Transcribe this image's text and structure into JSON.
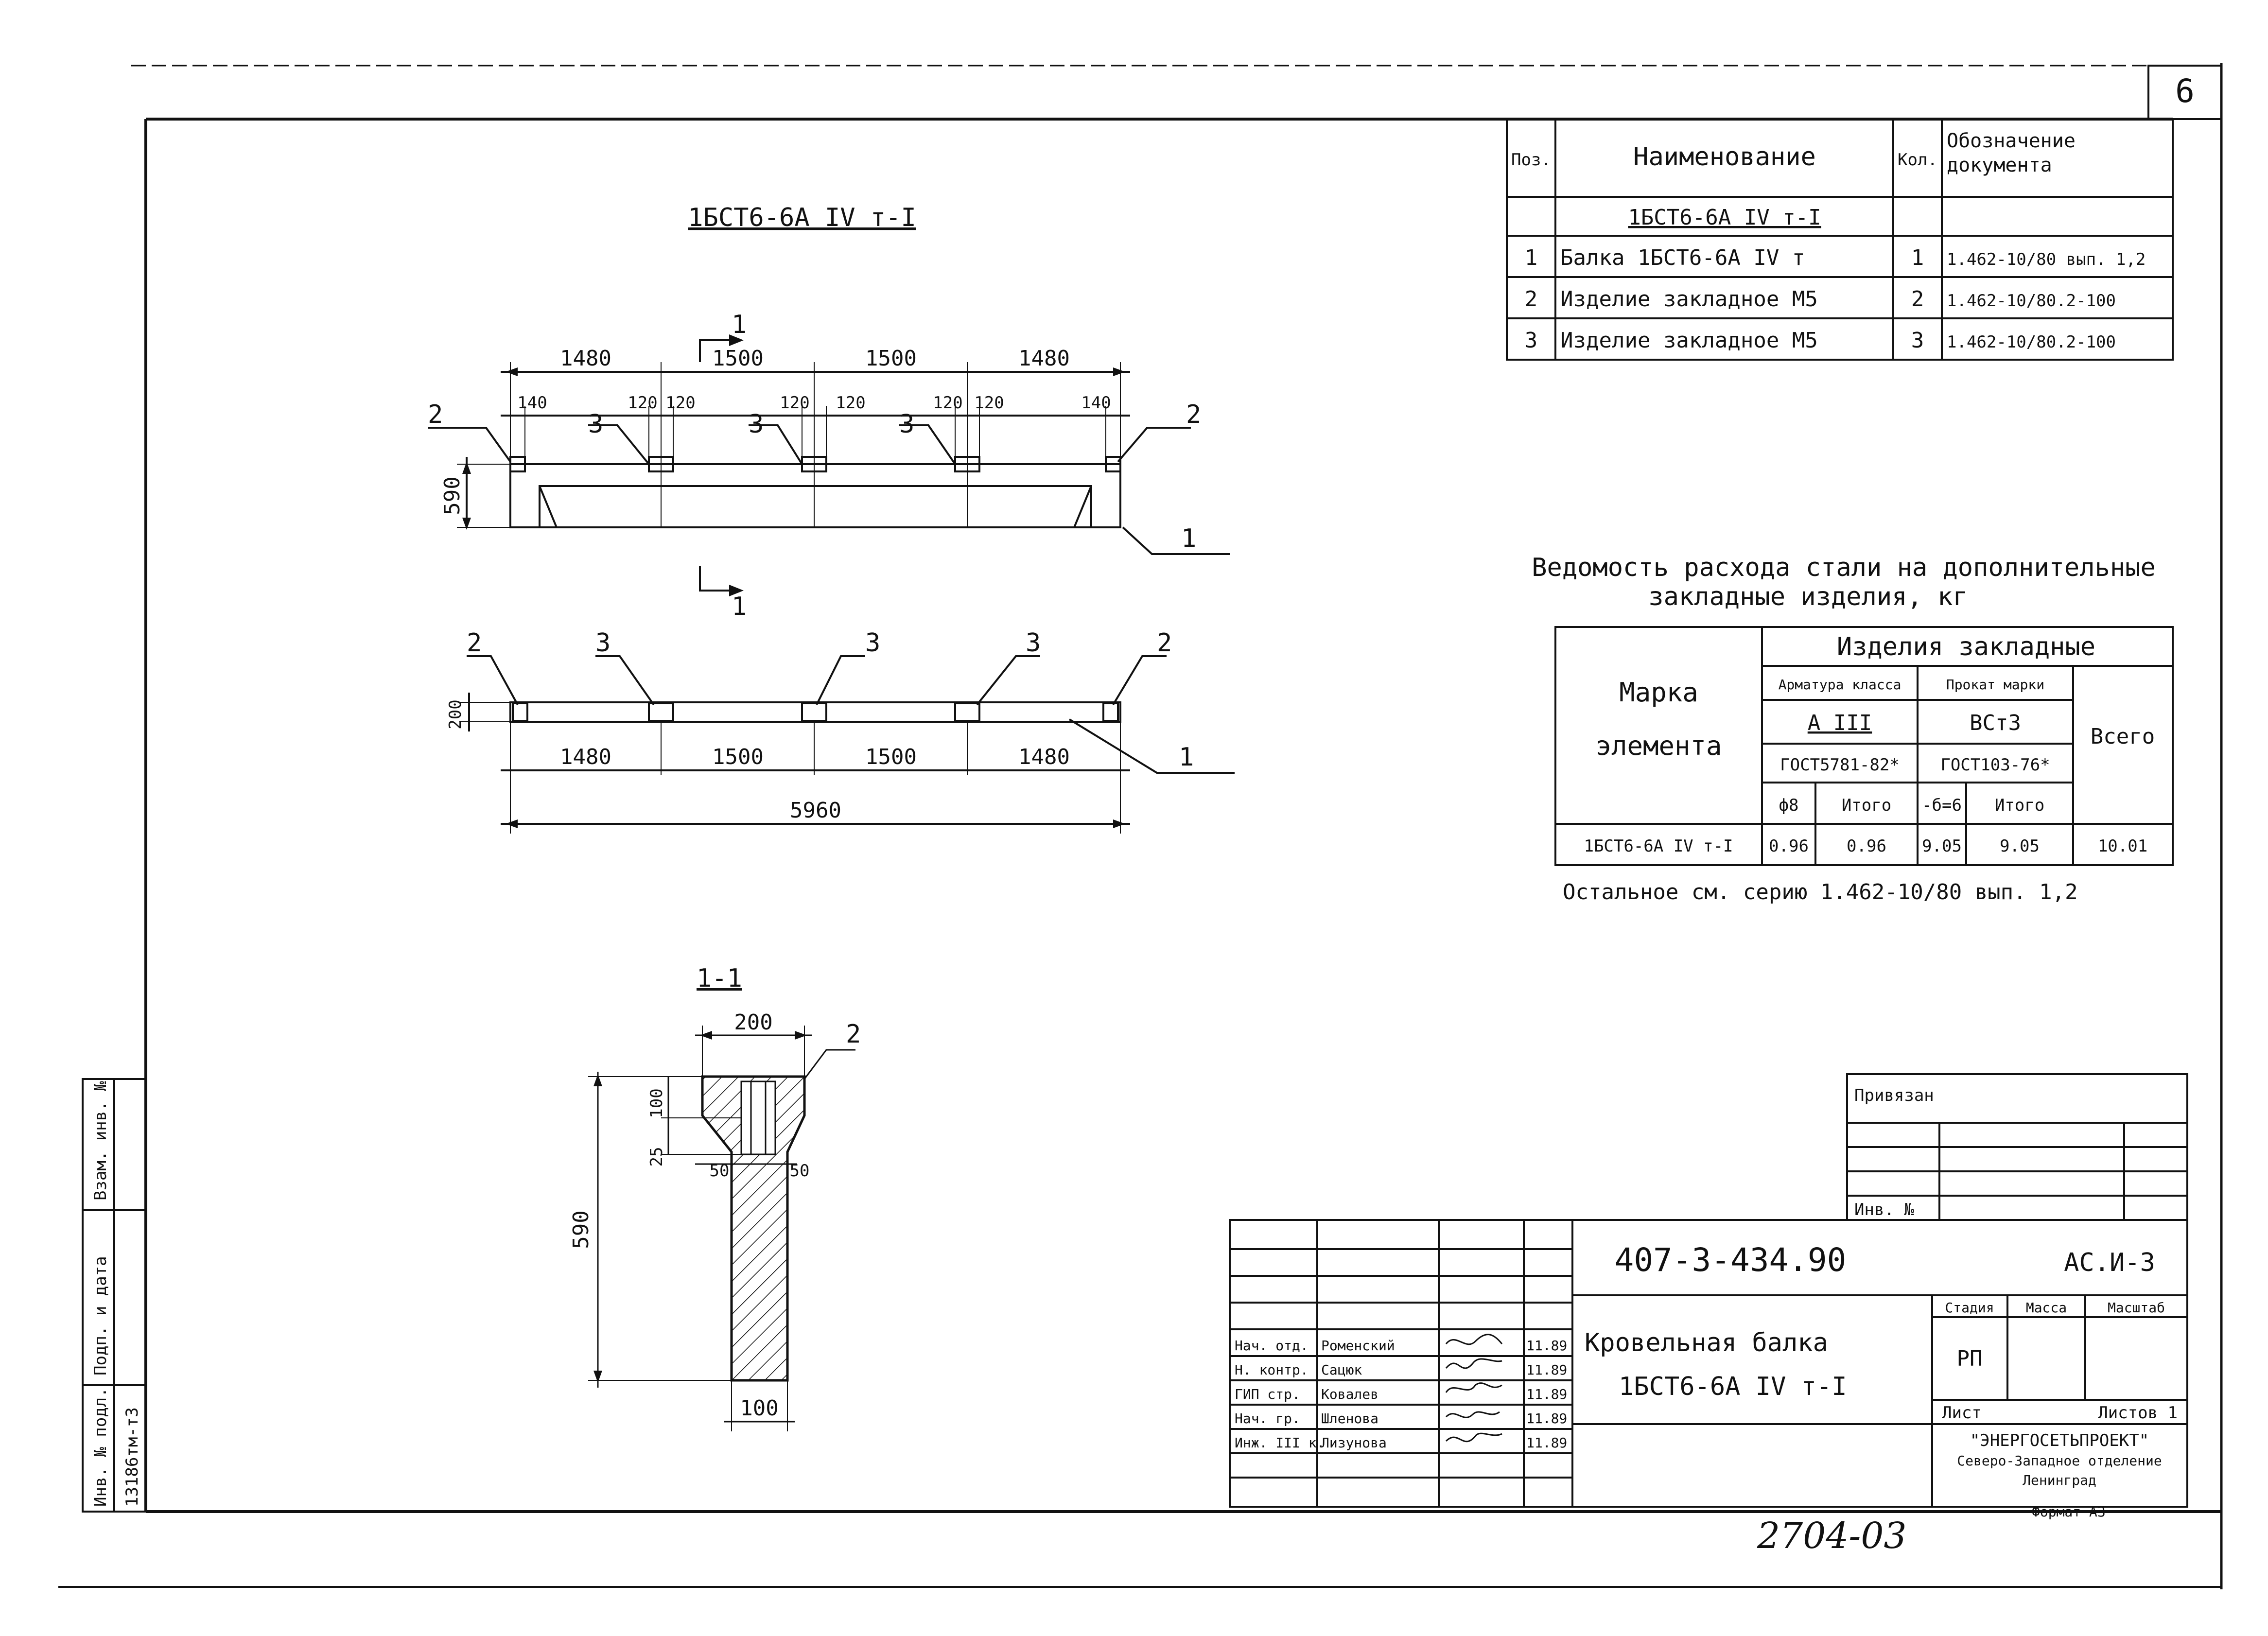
{
  "page_number": "6",
  "spec": {
    "headers": {
      "pos": "Поз.",
      "name": "Наименование",
      "qty": "Кол.",
      "doc": "Обозначение документа"
    },
    "group": "1БСТ6-6А IV т-I",
    "rows": [
      {
        "pos": "1",
        "name": "Балка 1БСТ6-6А IV т",
        "qty": "1",
        "doc": "1.462-10/80 вып. 1,2"
      },
      {
        "pos": "2",
        "name": "Изделие закладное М5",
        "qty": "2",
        "doc": "1.462-10/80.2-100"
      },
      {
        "pos": "3",
        "name": "Изделие закладное М5",
        "qty": "3",
        "doc": "1.462-10/80.2-100"
      }
    ]
  },
  "elevation": {
    "title": "1БСТ6-6А IV т-I",
    "dims_top": [
      "1480",
      "1500",
      "1500",
      "1480"
    ],
    "dims_sub": [
      "140",
      "120",
      "120",
      "120",
      "120",
      "120",
      "120",
      "140"
    ],
    "height": "590",
    "callouts": [
      "2",
      "3",
      "3",
      "3",
      "2",
      "1"
    ],
    "section_mark": "1"
  },
  "plan": {
    "callouts": [
      "2",
      "3",
      "3",
      "3",
      "2",
      "1"
    ],
    "width": "200",
    "dims": [
      "1480",
      "1500",
      "1500",
      "1480"
    ],
    "total": "5960"
  },
  "section": {
    "title": "1-1",
    "dims": {
      "top": "200",
      "h100": "100",
      "h25": "25",
      "l50": "50",
      "r50": "50",
      "h590": "590",
      "bottom": "100"
    },
    "callout": "2"
  },
  "steel": {
    "title_line1": "Ведомость расхода стали на дополнительные",
    "title_line2": "закладные изделия, кг",
    "h_mark": "Марка элемента",
    "h_group": "Изделия закладные",
    "h_rebar": "Арматура класса",
    "h_rebar_class": "А III",
    "h_rebar_gost": "ГОСТ5781-82*",
    "h_rolled": "Прокат марки",
    "h_rolled_grade": "ВСт3",
    "h_rolled_gost": "ГОСТ103-76*",
    "h_d8": "ф8",
    "h_sum1": "Итого",
    "h_b6": "-б=6",
    "h_sum2": "Итого",
    "h_total": "Всего",
    "row": {
      "mark": "1БСТ6-6А IV т-I",
      "d8": "0.96",
      "sum1": "0.96",
      "b6": "9.05",
      "sum2": "9.05",
      "total": "10.01"
    },
    "note": "Остальное см. серию 1.462-10/80 вып. 1,2"
  },
  "stamp": {
    "privyazan": "Привязан",
    "inv": "Инв. №",
    "code": "407-3-434.90",
    "sheet_code": "АС.И-3",
    "title_line1": "Кровельная балка",
    "title_line2": "1БСТ6-6А IV т-I",
    "stadia_h": "Стадия",
    "massa_h": "Масса",
    "masshtab_h": "Масштаб",
    "stadia": "РП",
    "list_h": "Лист",
    "listov_h": "Листов 1",
    "org1": "\"ЭНЕРГОСЕТЬПРОЕКТ\"",
    "org2": "Северо-Западное отделение",
    "org3": "Ленинград",
    "people": [
      {
        "role": "Нач. отд.",
        "name": "Роменский",
        "date": "11.89"
      },
      {
        "role": "Н. контр.",
        "name": "Сацюк",
        "date": "11.89"
      },
      {
        "role": "ГИП стр.",
        "name": "Ковалев",
        "date": "11.89"
      },
      {
        "role": "Нач. гр.",
        "name": "Шленова",
        "date": "11.89"
      },
      {
        "role": "Инж. III к.",
        "name": "Лизунова",
        "date": "11.89"
      }
    ]
  },
  "side_stamp": {
    "inv_podl": "Инв. № подл.",
    "podp": "Подп. и дата",
    "vzam": "Взам. инв. №",
    "inv_value": "13186тм-т3"
  },
  "handwritten": "2704-03",
  "format": "Формат А3"
}
